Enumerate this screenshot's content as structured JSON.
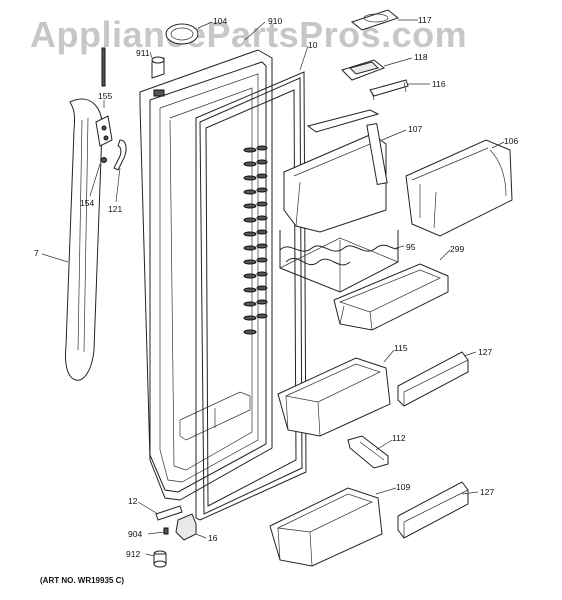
{
  "watermark": "AppliancePartsPros.com",
  "art_number": "(ART NO. WR19935 C)",
  "callouts": [
    {
      "id": "c104",
      "label": "104"
    },
    {
      "id": "c910",
      "label": "910"
    },
    {
      "id": "c911",
      "label": "911"
    },
    {
      "id": "c10",
      "label": "10"
    },
    {
      "id": "c117",
      "label": "117"
    },
    {
      "id": "c118",
      "label": "118"
    },
    {
      "id": "c116",
      "label": "116"
    },
    {
      "id": "c155",
      "label": "155"
    },
    {
      "id": "c107",
      "label": "107"
    },
    {
      "id": "c106",
      "label": "106"
    },
    {
      "id": "c154",
      "label": "154"
    },
    {
      "id": "c121",
      "label": "121"
    },
    {
      "id": "c7",
      "label": "7"
    },
    {
      "id": "c95",
      "label": "95"
    },
    {
      "id": "c299",
      "label": "299"
    },
    {
      "id": "c115",
      "label": "115"
    },
    {
      "id": "c127a",
      "label": "127"
    },
    {
      "id": "c112",
      "label": "112"
    },
    {
      "id": "c12",
      "label": "12"
    },
    {
      "id": "c109",
      "label": "109"
    },
    {
      "id": "c127b",
      "label": "127"
    },
    {
      "id": "c904",
      "label": "904"
    },
    {
      "id": "c16",
      "label": "16"
    },
    {
      "id": "c912",
      "label": "912"
    }
  ]
}
